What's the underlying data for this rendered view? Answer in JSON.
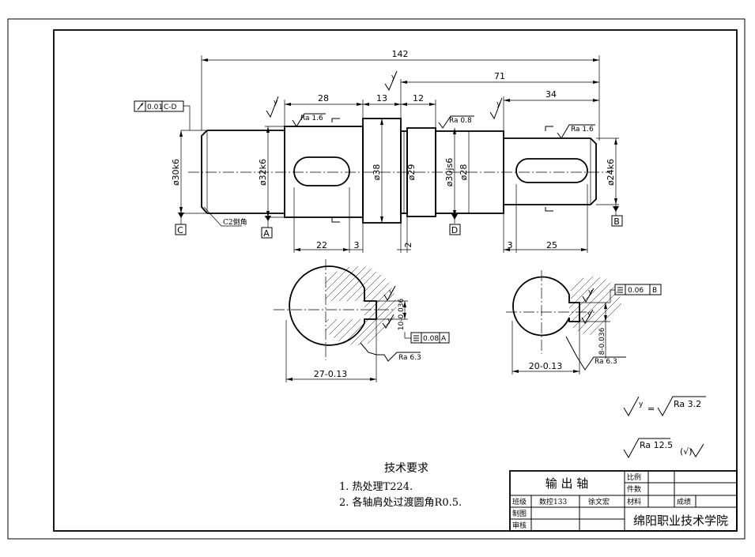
{
  "dims": {
    "total_length": "142",
    "right_part": "71",
    "seg_28": "28",
    "seg_13": "13",
    "seg_12": "12",
    "seg_34": "34",
    "key1_len": "22",
    "key1_off": "3",
    "gap_2": "2",
    "key2_off": "3",
    "key2_len": "25",
    "d_left": "ø30k6",
    "d_32": "ø32k6",
    "d_38": "ø38",
    "d_29": "ø29",
    "d_30js6": "ø30js6",
    "d_28": "ø28",
    "d_24": "ø24k6",
    "chamfer": "C2倒角",
    "sec1_width": "27-0.13",
    "sec1_key": "10-0.036",
    "sec2_width": "20-0.13",
    "sec2_key": "8-0.036"
  },
  "datums": {
    "c": "C",
    "a": "A",
    "d": "D",
    "b": "B"
  },
  "roughness": {
    "ra16_left": "Ra 1.6",
    "ra08": "Ra 0.8",
    "ra16_right": "Ra 1.6",
    "ra63_sec1": "Ra 6.3",
    "ra63_sec2": "Ra 6.3",
    "y_symbol": "y",
    "legend_y": "y",
    "legend_eq": "=",
    "legend_ra32": "Ra 3.2",
    "legend_ra125": "Ra 12.5",
    "legend_paren": "(√)"
  },
  "tolerances": {
    "runout_value": "0.01",
    "runout_ref": "C-D",
    "sym1_value": "0.08",
    "sym1_ref": "A",
    "sym2_value": "0.06",
    "sym2_ref": "B"
  },
  "tech_req": {
    "title": "技术要求",
    "item1": "1. 热处理T224.",
    "item2": "2. 各轴肩处过渡圆角R0.5."
  },
  "title_block": {
    "part_name": "输 出 轴",
    "scale_label": "比例",
    "qty_label": "件数",
    "class_label": "班级",
    "class_value": "数控133",
    "name_value": "徐文宏",
    "material_label": "材料",
    "grade_label": "成绩",
    "draw_label": "制图",
    "review_label": "审核",
    "school": "绵阳职业技术学院"
  }
}
